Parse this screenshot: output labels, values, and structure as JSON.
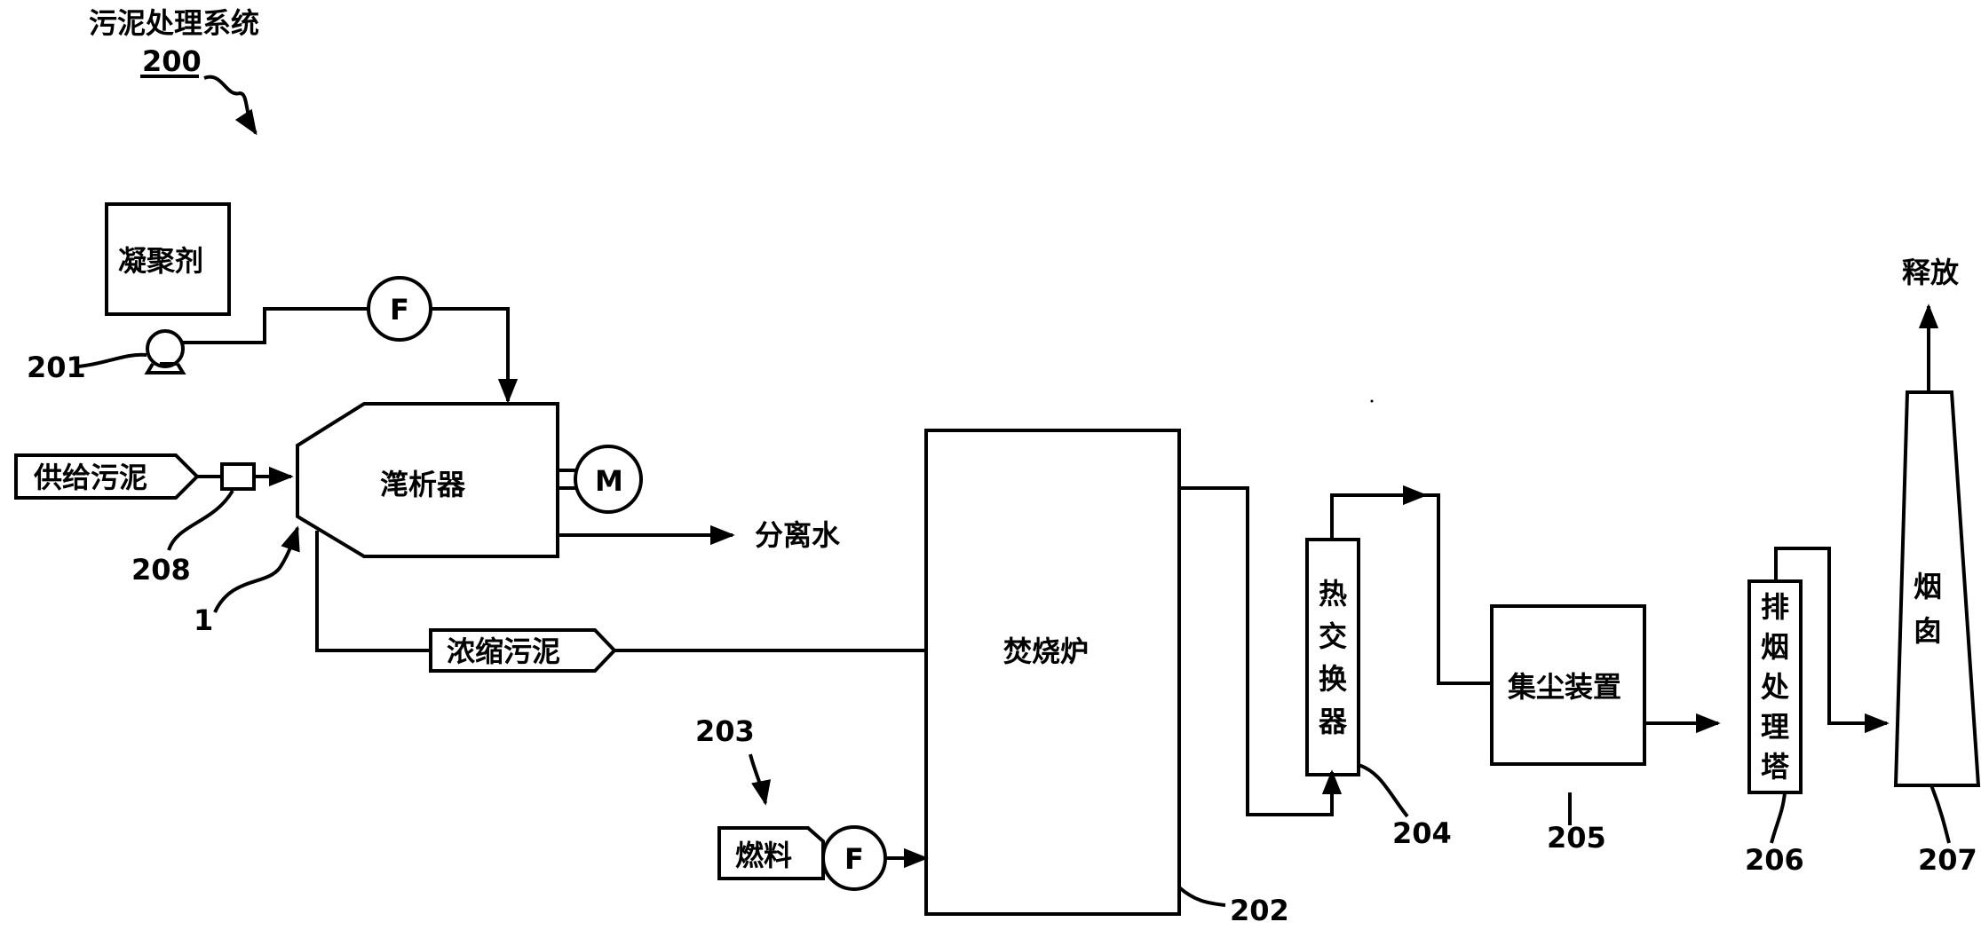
{
  "system": {
    "title": "污泥处理系统",
    "number": "200"
  },
  "labels": {
    "coagulant": "凝聚剂",
    "flow_meter": "F",
    "motor": "M",
    "supply_sludge": "供给污泥",
    "separator": "滗析器",
    "separated_water": "分离水",
    "thickened_sludge": "浓缩污泥",
    "incinerator": "焚烧炉",
    "fuel": "燃料",
    "heat_exchanger": [
      "热",
      "交",
      "换",
      "器"
    ],
    "dust_collector": "集尘装置",
    "flue_gas_tower": [
      "排",
      "烟",
      "处",
      "理",
      "塔"
    ],
    "chimney": [
      "烟",
      "囱"
    ],
    "release": "释放"
  },
  "reference_numbers": {
    "pump": "201",
    "incinerator": "202",
    "fuel_system": "203",
    "heat_exchanger": "204",
    "dust_collector": "205",
    "flue_gas_tower": "206",
    "chimney": "207",
    "mixer": "208",
    "separator": "1"
  }
}
